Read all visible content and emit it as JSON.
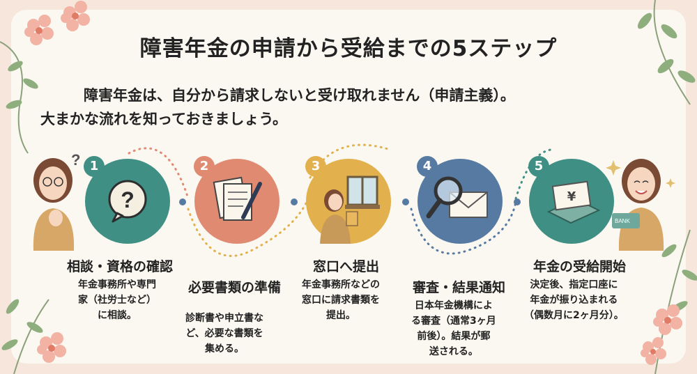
{
  "title": "障害年金の申請から受給までの5ステップ",
  "intro": {
    "line1": "障害年金は、自分から請求しないと受け取れません（申請主義）。",
    "line2": "大まかな流れを知っておきましょう。"
  },
  "steps": [
    {
      "num": "1",
      "title": "相談・資格の確認",
      "desc": "年金事務所や専門\n家（社労士など）\nに相談。",
      "icon": "question-bubble-icon",
      "color": "#3f8f84"
    },
    {
      "num": "2",
      "title": "必要書類の準備",
      "desc": "診断書や申立書な\nど、必要な書類を\n集める。",
      "icon": "documents-pen-icon",
      "color": "#e08a72"
    },
    {
      "num": "3",
      "title": "窓口へ提出",
      "desc": "年金事務所などの\n窓口に請求書類を\n提出。",
      "icon": "woman-at-window-icon",
      "color": "#e2b04c"
    },
    {
      "num": "4",
      "title": "審査・結果通知",
      "desc": "日本年金機構によ\nる審査（通常3ヶ月\n前後）。結果が郵\n送される。",
      "icon": "magnifier-envelope-icon",
      "color": "#577aa3"
    },
    {
      "num": "5",
      "title": "年金の受給開始",
      "desc": "決定後、指定口座に\n年金が振り込まれる\n（偶数月に2ヶ月分）。",
      "icon": "bankbook-yen-icon",
      "color": "#3f8f84"
    }
  ],
  "icons": {
    "person_left": "thinking-woman-icon",
    "person_right": "smiling-woman-icon",
    "question_mark": "?",
    "bankbook_label": "BANK"
  }
}
